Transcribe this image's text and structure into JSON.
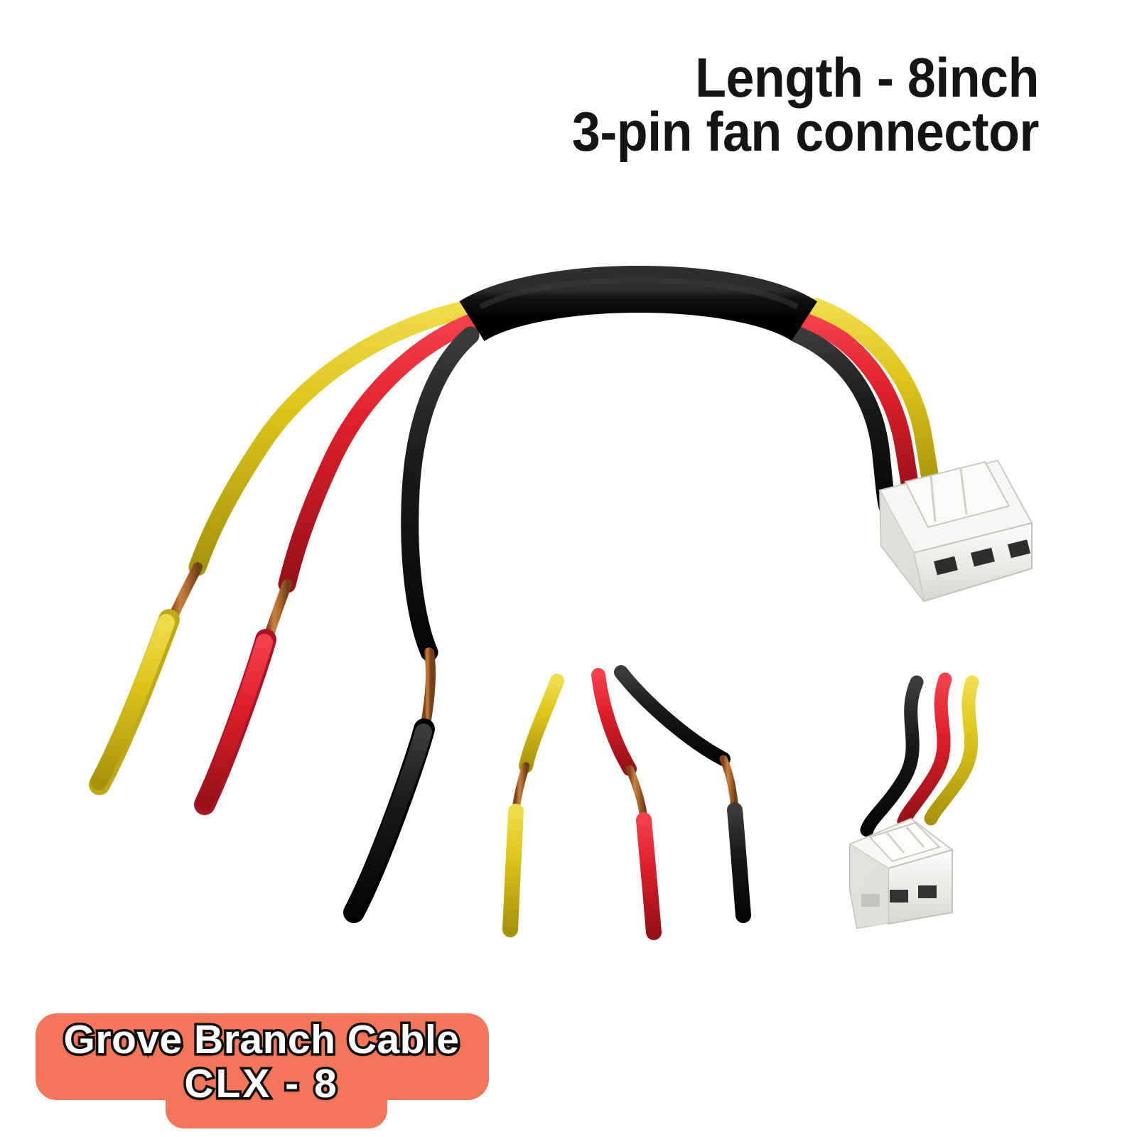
{
  "background": "#ffffff",
  "heading": {
    "line1": "Length - 8inch",
    "line2": "3-pin fan connector",
    "color": "#151515"
  },
  "badge": {
    "line1": "Grove Branch Cable",
    "line2": "CLX - 8",
    "fill_color": "#F4765A",
    "text_color": "#ffffff",
    "outline_color": "#111111"
  },
  "product": {
    "name": "Grove Branch Cable CLX - 8",
    "length": "8inch",
    "connector_type": "3-pin fan connector",
    "wire_count": 3,
    "wire_colors": [
      "#D9C21A",
      "#E0202C",
      "#161616"
    ],
    "wire_labels": [
      "yellow",
      "red",
      "black"
    ],
    "copper_color": "#A6662B",
    "sleeve_color": "#141414",
    "connector_body_color": "#EDEDEA",
    "connector_pin_color": "#3A3A3A",
    "views": [
      {
        "id": "main-view",
        "label": "main cable assembly"
      },
      {
        "id": "detail-view",
        "label": "wire tips detail"
      },
      {
        "id": "connector-view",
        "label": "3-pin connector detail"
      }
    ]
  }
}
